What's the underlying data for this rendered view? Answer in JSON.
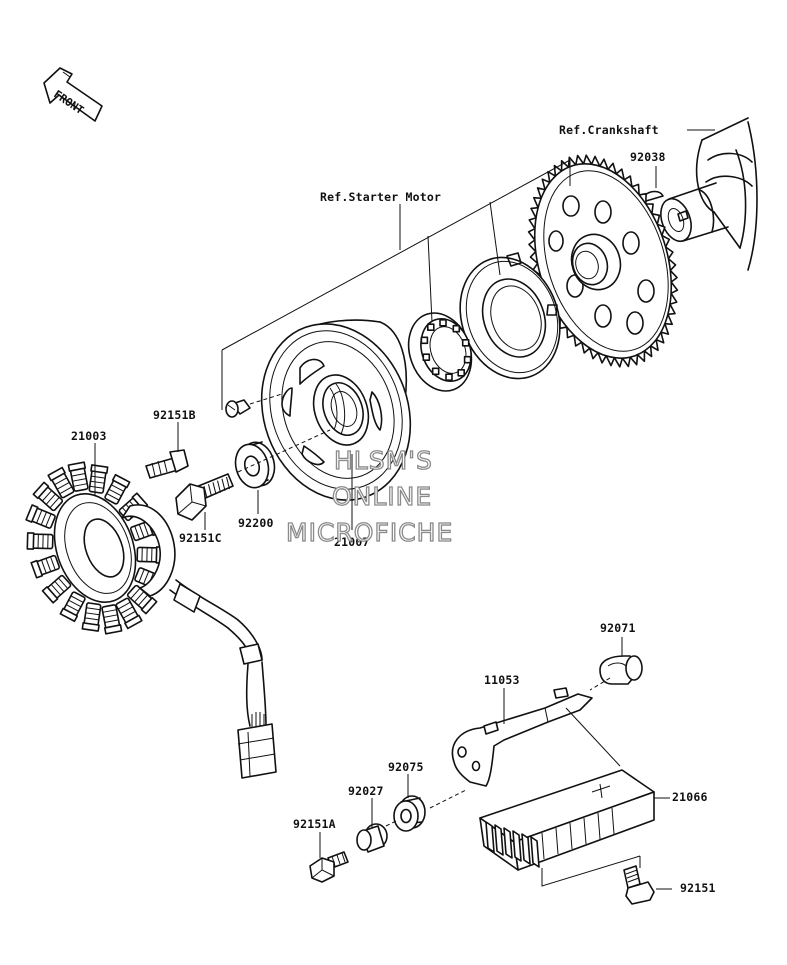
{
  "front_arrow": {
    "text": "FRONT"
  },
  "references": {
    "crankshaft": "Ref.Crankshaft",
    "starter_motor": "Ref.Starter Motor"
  },
  "parts": {
    "p92038": "92038",
    "p92151B": "92151B",
    "p21003": "21003",
    "p92200": "92200",
    "p92151C": "92151C",
    "p21007": "21007",
    "p92071": "92071",
    "p11053": "11053",
    "p92075": "92075",
    "p92027": "92027",
    "p92151A": "92151A",
    "p21066": "21066",
    "p92151": "92151"
  },
  "watermark": {
    "line1": "HLSM'S",
    "line2": "ONLINE",
    "line3": "MICROFICHE"
  }
}
